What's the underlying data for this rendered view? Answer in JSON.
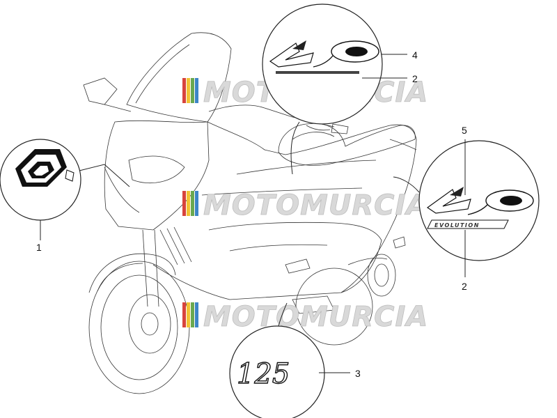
{
  "watermark": {
    "text": "MOTOMURCIA",
    "stripe_colors": [
      "#d8443c",
      "#f1c232",
      "#6aa84f",
      "#3d85c6"
    ]
  },
  "callouts": [
    {
      "id": "logo-piaggio",
      "number": "1"
    },
    {
      "id": "x9-top",
      "number": "4"
    },
    {
      "id": "stripe-top",
      "number": "2"
    },
    {
      "id": "x9-side",
      "number": "5"
    },
    {
      "id": "evolution-side",
      "number": "2"
    },
    {
      "id": "badge-125",
      "number": "3"
    }
  ],
  "decals": {
    "evolution_text": "EVOLUTION",
    "displacement_text": "125"
  }
}
